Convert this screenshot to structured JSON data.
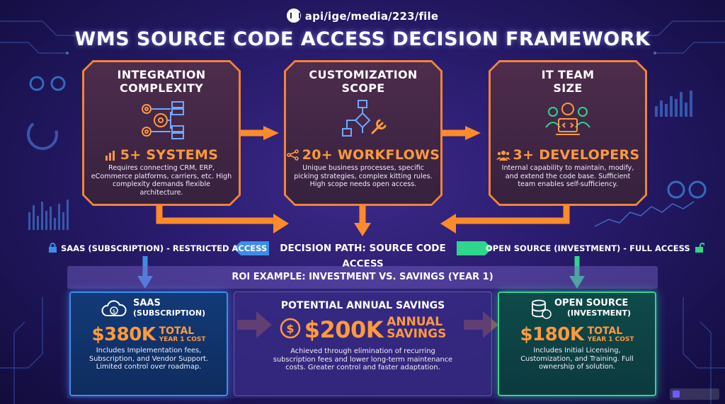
{
  "header": {
    "url": "api/ige/media/223/file",
    "title": "WMS SOURCE CODE ACCESS DECISION FRAMEWORK"
  },
  "cards": [
    {
      "title_line1": "INTEGRATION",
      "title_line2": "COMPLEXITY",
      "stat": "5+ SYSTEMS",
      "desc": "Requires connecting CRM, ERP, eCommerce platforms, carriers, etc. High complexity demands flexible architecture.",
      "icon": "gears-servers-icon",
      "stat_icon": "bar-chart-icon"
    },
    {
      "title_line1": "CUSTOMIZATION",
      "title_line2": "SCOPE",
      "stat": "20+ WORKFLOWS",
      "desc": "Unique business processes, specific picking strategies, complex kitting rules. High scope needs open access.",
      "icon": "flowchart-wrench-icon",
      "stat_icon": "share-nodes-icon"
    },
    {
      "title_line1": "IT TEAM",
      "title_line2": "SIZE",
      "stat": "3+ DEVELOPERS",
      "desc": "Internal capability to maintain, modify, and extend the code base. Sufficient team enables self-sufficiency.",
      "icon": "developer-team-icon",
      "stat_icon": "users-icon"
    }
  ],
  "decision": {
    "left_label": "SAAS (SUBSCRIPTION) - RESTRICTED ACCESS",
    "center_label": "DECISION PATH: SOURCE CODE ACCESS",
    "right_label": "OPEN SOURCE (INVESTMENT) - FULL ACCESS",
    "left_color": "#3c8ee8",
    "right_color": "#2fd58a"
  },
  "roi": {
    "band_label": "ROI EXAMPLE: INVESTMENT VS. SAVINGS (YEAR 1)",
    "saas": {
      "head": "SAAS",
      "sub": "(SUBSCRIPTION)",
      "amount": "$380K",
      "amount_label1": "TOTAL",
      "amount_label2": "YEAR 1 COST",
      "desc": "Includes Implementation fees, Subscription, and Vendor Support. Limited control over roadmap."
    },
    "savings": {
      "head": "POTENTIAL ANNUAL SAVINGS",
      "amount": "$200K",
      "amount_label1": "ANNUAL",
      "amount_label2": "SAVINGS",
      "desc": "Achieved through elimination of recurring subscription fees and lower long-term maintenance costs. Greater control and faster adaptation."
    },
    "open": {
      "head": "OPEN SOURCE",
      "sub": "(INVESTMENT)",
      "amount": "$180K",
      "amount_label1": "TOTAL",
      "amount_label2": "YEAR 1 COST",
      "desc": "Includes Initial Licensing, Customization, and Training. Full ownership of solution."
    }
  },
  "colors": {
    "accent_orange": "#ff9a3c",
    "saas_blue": "#3c8ee8",
    "open_green": "#2fd58a"
  }
}
